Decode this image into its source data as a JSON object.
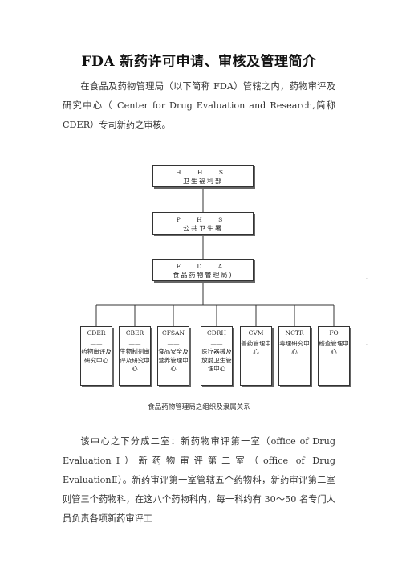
{
  "title": "FDA 新药许可申请、审核及管理简介",
  "intro_paragraph": "在食品及药物管理局（以下简称 FDA）管辖之内，药物审评及研究中心（ Center for Drug Evaluation and Research,简称 CDER）专司新药之审核。",
  "org_chart": {
    "top_levels": [
      {
        "abbr": "H H S",
        "full": "卫生福利部"
      },
      {
        "abbr": "P H S",
        "full": "公共卫生署"
      },
      {
        "abbr": "F D A",
        "full": "食品药物管理局)"
      }
    ],
    "centers": [
      {
        "abbr": "CDER",
        "dash": "——",
        "full": "药物审评及研究中心"
      },
      {
        "abbr": "CBER",
        "dash": "——",
        "full": "生物制剂审评及研究中心"
      },
      {
        "abbr": "CFSAN",
        "dash": "——",
        "full": "食品安全及营养管理中心"
      },
      {
        "abbr": "CDRH",
        "dash": "——",
        "full": "医疗器械及放射卫生管理中心"
      },
      {
        "abbr": "CVM",
        "dash": "",
        "full": "兽药管理中心"
      },
      {
        "abbr": "NCTR",
        "dash": "",
        "full": "毒理研究中心"
      },
      {
        "abbr": "FO",
        "dash": "",
        "full": "稽查管理中心"
      }
    ],
    "caption": "食品药物管理局之组织及隶属关系"
  },
  "body_paragraph": "该中心之下分成二室：新药物审评第一室（office of Drug EvaluationⅠ）新药物审评第二室（office of Drug EvaluationⅡ）。新药审评第一室管辖五个药物科，新药审评第二室则管三个药物科，在这八个药物科内，每一科约有 30～50 名专门人员负责各项新药审评工"
}
